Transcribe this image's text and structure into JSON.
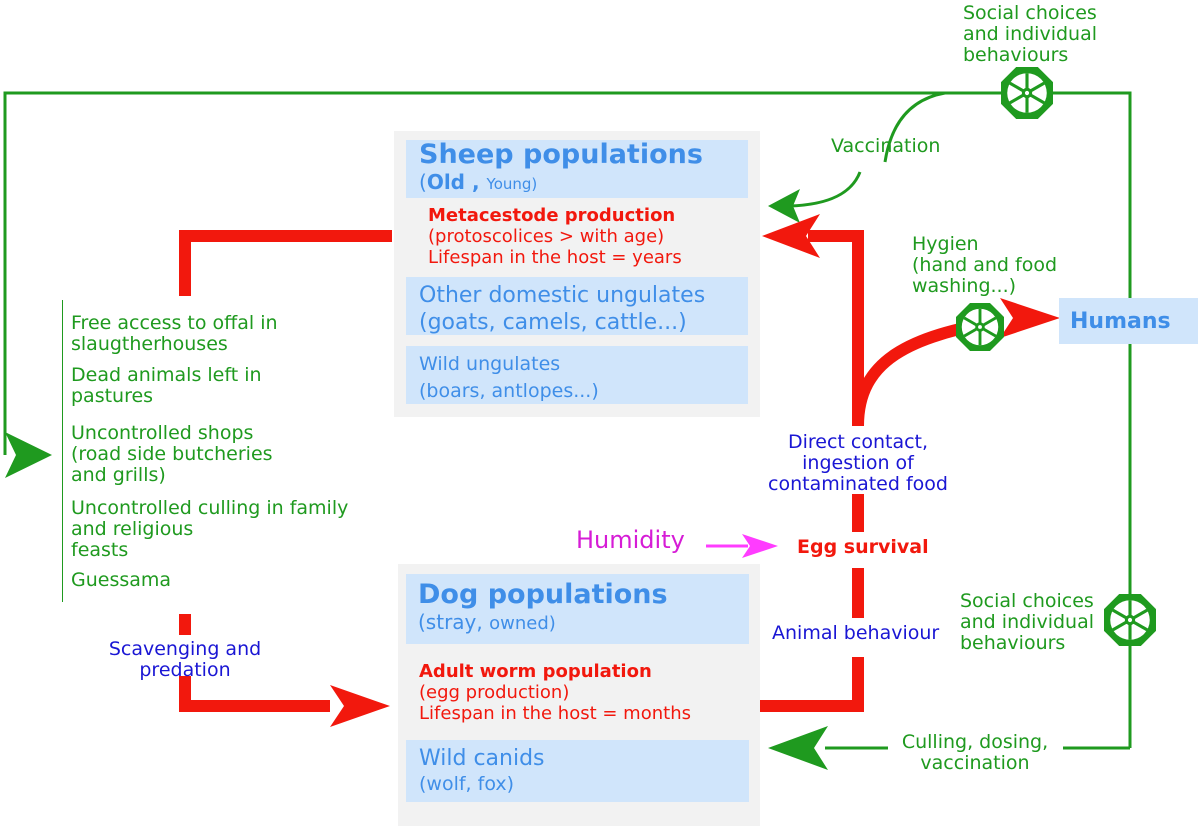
{
  "colors": {
    "panel": "#f2f2f2",
    "cell": "#d0e5fb",
    "blue_text": "#3f8ee8",
    "red": "#f2180d",
    "green": "#1f9a1f",
    "navy": "#1a16d4",
    "magenta": "#d61cd6"
  },
  "sheep": {
    "title": "Sheep populations",
    "paren_open": "(",
    "old": "Old",
    "comma": " , ",
    "young": "Young",
    "paren_close": ")",
    "metacestode": "Metacestode production",
    "protoscolices": "(protoscolices > with age)",
    "lifespan": "Lifespan in the host = years",
    "other_title": "Other domestic ungulates",
    "other_sub": "(goats, camels, cattle...)",
    "wild_title": "Wild ungulates",
    "wild_sub": "(boars, antlopes...)"
  },
  "dog": {
    "title": "Dog populations",
    "sub_open": "(stray,",
    "sub_rest": "owned)",
    "adult": "Adult worm population",
    "egg_production": "(egg production)",
    "lifespan": "Lifespan in the host = months",
    "wild_title": "Wild canids",
    "wild_sub": "(wolf, fox)"
  },
  "humans": {
    "label": "Humans"
  },
  "offal_list": [
    "Free access to offal in\nslaugtherhouses",
    "Dead animals left in\npastures",
    "Uncontrolled shops\n(road side butcheries\nand grills)",
    "Uncontrolled culling in family\nand religious\nfeasts",
    "Guessama"
  ],
  "labels": {
    "social_top": "Social choices\nand individual\nbehaviours",
    "vaccination": "Vaccination",
    "hygien": "Hygien\n(hand and food\nwashing...)",
    "direct_contact": "Direct contact,\ningestion of\ncontaminated food",
    "humidity": "Humidity",
    "egg_survival": "Egg survival",
    "animal_behaviour": "Animal behaviour",
    "social_right": "Social choices\nand individual\nbehaviours",
    "scavenging": "Scavenging and\npredation",
    "culling": "Culling, dosing,\nvaccination"
  },
  "icons": [
    "valve-icon",
    "valve-icon",
    "valve-icon"
  ]
}
